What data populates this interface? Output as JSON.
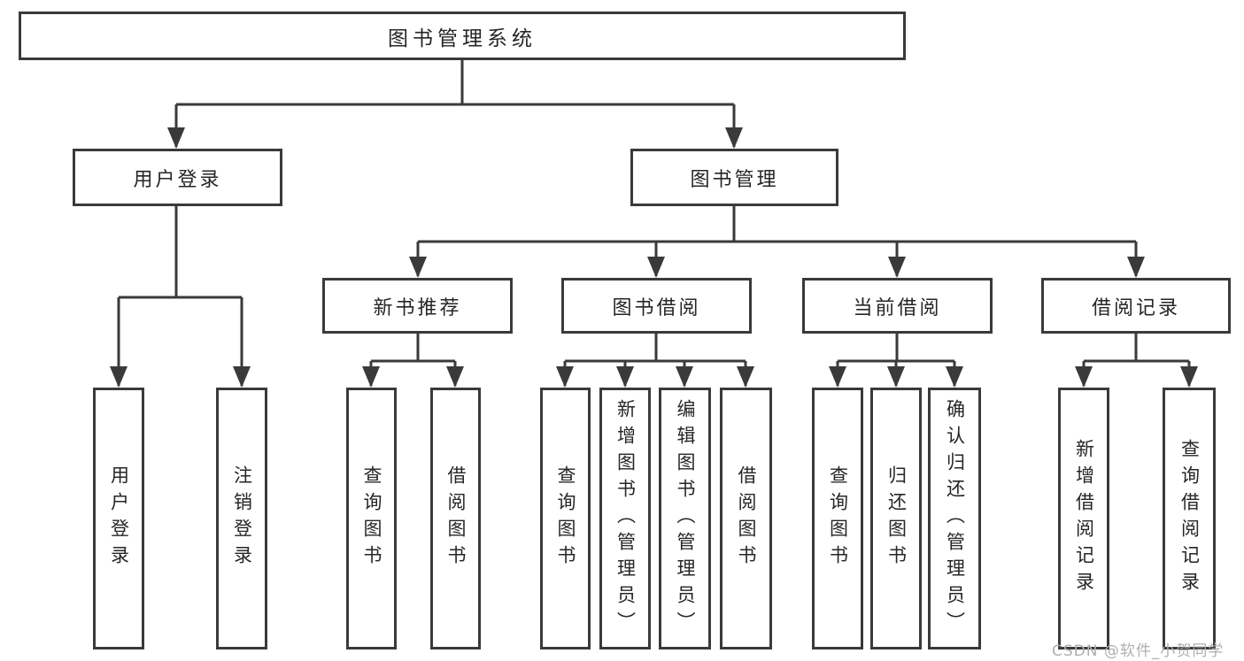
{
  "diagram": {
    "type": "hierarchy-tree",
    "title": "图书管理系统",
    "colors": {
      "line": "#3a3a3a",
      "box_border": "#3a3a3a",
      "box_fill": "#ffffff",
      "text": "#262626",
      "background": "#ffffff",
      "watermark": "#b0b0b0"
    },
    "hierarchy": {
      "图书管理系统": {
        "用户登录": [
          "用户登录",
          "注销登录"
        ],
        "图书管理": {
          "新书推荐": [
            "查询图书",
            "借阅图书"
          ],
          "图书借阅": [
            "查询图书",
            "新增图书（管理员）",
            "编辑图书（管理员）",
            "借阅图书"
          ],
          "当前借阅": [
            "查询图书",
            "归还图书",
            "确认归还（管理员）"
          ],
          "借阅记录": [
            "新增借阅记录",
            "查询借阅记录"
          ]
        }
      }
    }
  },
  "nodes": {
    "root": {
      "label": "图书管理系统"
    },
    "user_login": {
      "label": "用户登录"
    },
    "book_mgmt": {
      "label": "图书管理"
    },
    "new_book_rec": {
      "label": "新书推荐"
    },
    "book_borrow": {
      "label": "图书借阅"
    },
    "current_borrow": {
      "label": "当前借阅"
    },
    "borrow_record": {
      "label": "借阅记录"
    },
    "leaf_user_login": {
      "label": "用户登录"
    },
    "leaf_logout": {
      "label": "注销登录"
    },
    "rec_query_book": {
      "label": "查询图书"
    },
    "rec_borrow_book": {
      "label": "借阅图书"
    },
    "bb_query_book": {
      "label": "查询图书"
    },
    "bb_add_book": {
      "label": "新增图书（管理员）"
    },
    "bb_edit_book": {
      "label": "编辑图书（管理员）"
    },
    "bb_borrow_book": {
      "label": "借阅图书"
    },
    "cb_query_book": {
      "label": "查询图书"
    },
    "cb_return_book": {
      "label": "归还图书"
    },
    "cb_confirm_return": {
      "label": "确认归还（管理员）"
    },
    "br_add_record": {
      "label": "新增借阅记录"
    },
    "br_query_record": {
      "label": "查询借阅记录"
    }
  },
  "watermark": {
    "text": "CSDN @软件_小贺同学"
  }
}
